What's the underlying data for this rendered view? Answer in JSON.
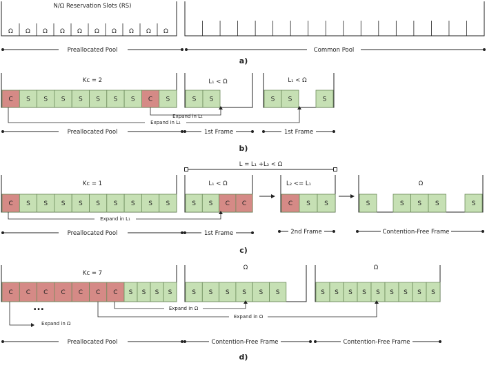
{
  "colors": {
    "c_fill": "#d58a86",
    "s_fill": "#c6e0b4",
    "slot_border": "#6b8a5a",
    "line": "#222222"
  },
  "panel_a": {
    "title": "N/Ω Reservation Slots (RS)",
    "omega_symbol": "Ω",
    "omega_slot_count": 10,
    "common_slot_count": 17,
    "preallocated_label": "Preallocated Pool",
    "common_label": "Common Pool",
    "panel_label": "a)"
  },
  "panel_b": {
    "kc_label": "Kᴄ = 2",
    "pool_slots": [
      "C",
      "S",
      "S",
      "S",
      "S",
      "S",
      "S",
      "S",
      "C",
      "S"
    ],
    "frame1": {
      "label": "L₁ < Ω",
      "slots": [
        "S",
        "S"
      ]
    },
    "frame2": {
      "label": "L₁ < Ω",
      "slots_left": [
        "S",
        "S"
      ],
      "slots_right": [
        "S"
      ]
    },
    "expand_inner": "Expand in L₁",
    "expand_outer": "Expand in L₁",
    "preallocated_label": "Preallocated Pool",
    "frame1_label": "1st Frame",
    "frame2_label": "1st Frame",
    "panel_label": "b)"
  },
  "panel_c": {
    "kc_label": "Kᴄ = 1",
    "bracket_label": "L = L₁ +L₂ < Ω",
    "pool_slots": [
      "C",
      "S",
      "S",
      "S",
      "S",
      "S",
      "S",
      "S",
      "S",
      "S"
    ],
    "frame1": {
      "label": "L₁ < Ω",
      "slots": [
        "S",
        "S",
        "C",
        "C"
      ]
    },
    "frame2": {
      "label": "L₂ <= L₁",
      "slots": [
        "C",
        "S",
        "S"
      ]
    },
    "frame3": {
      "label": "Ω",
      "slots_a": [
        "S"
      ],
      "slots_b": [
        "S",
        "S",
        "S"
      ],
      "slots_c": [
        "S"
      ]
    },
    "expand_label": "Expand in L₁",
    "preallocated_label": "Preallocated Pool",
    "frame1_label": "1st Frame",
    "frame2_label": "2nd Frame",
    "frame3_label": "Contention-Free Frame",
    "panel_label": "c)"
  },
  "panel_d": {
    "kc_label": "Kᴄ = 7",
    "pool_slots": [
      "C",
      "C",
      "C",
      "C",
      "C",
      "C",
      "C",
      "S",
      "S",
      "S",
      "S"
    ],
    "ellipsis": "...",
    "frame1": {
      "label": "Ω",
      "slots": [
        "S",
        "S",
        "S",
        "S",
        "S",
        "S"
      ]
    },
    "frame2": {
      "label": "Ω",
      "slots": [
        "S",
        "S",
        "S",
        "S",
        "S",
        "S",
        "S",
        "S",
        "S"
      ]
    },
    "expand_left": "Expand in Ω",
    "expand_mid": "Expand in Ω",
    "expand_right": "Expand in Ω",
    "preallocated_label": "Preallocated Pool",
    "frame1_label": "Contention-Free Frame",
    "frame2_label": "Contention-Free Frame",
    "panel_label": "d)"
  }
}
